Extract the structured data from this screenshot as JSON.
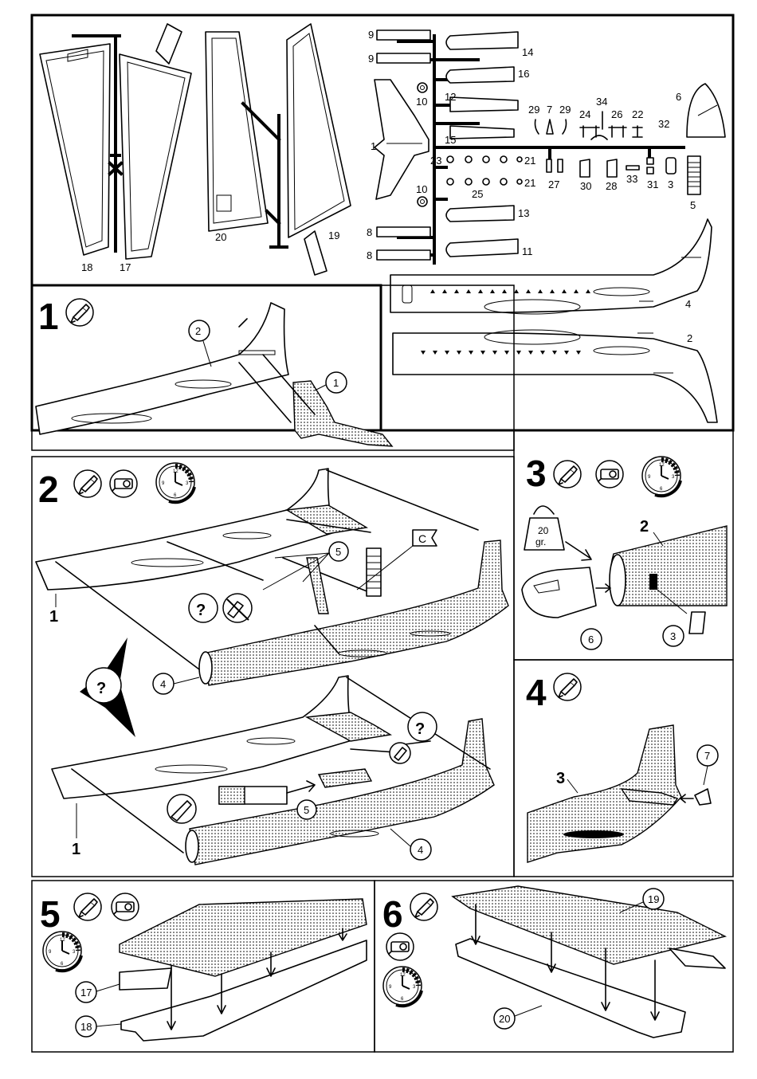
{
  "parts": {
    "p1": "1",
    "p2": "2",
    "p3": "3",
    "p4": "4",
    "p5": "5",
    "p6": "6",
    "p7": "7",
    "p8a": "8",
    "p8b": "8",
    "p9a": "9",
    "p9b": "9",
    "p10a": "10",
    "p10b": "10",
    "p11": "11",
    "p12": "12",
    "p13": "13",
    "p14": "14",
    "p15": "15",
    "p16": "16",
    "p17": "17",
    "p18": "18",
    "p19": "19",
    "p20": "20",
    "p21a": "21",
    "p21b": "21",
    "p22": "22",
    "p23": "23",
    "p24": "24",
    "p25": "25",
    "p26": "26",
    "p27": "27",
    "p28": "28",
    "p29a": "29",
    "p29b": "29",
    "p30": "30",
    "p31": "31",
    "p32": "32",
    "p33": "33",
    "p34": "34"
  },
  "steps": {
    "s1": "1",
    "s2": "2",
    "s3": "3",
    "s4": "4",
    "s5": "5",
    "s6": "6"
  },
  "callouts": {
    "step1_a": "2",
    "step1_b": "1",
    "step2_part5_top": "5",
    "step2_part4_top": "4",
    "step2_label1_top": "1",
    "step2_part5_bottom": "5",
    "step2_part4_bottom": "4",
    "step2_label1_bottom": "1",
    "step3_part2": "2",
    "step3_part6": "6",
    "step3_part3": "3",
    "weight_value": "20",
    "weight_unit": "gr.",
    "step4_part3": "3",
    "step4_part7": "7",
    "step5_part17": "17",
    "step5_part18": "18",
    "step6_part19": "19",
    "step6_part20": "20",
    "decal_letter": "C"
  }
}
